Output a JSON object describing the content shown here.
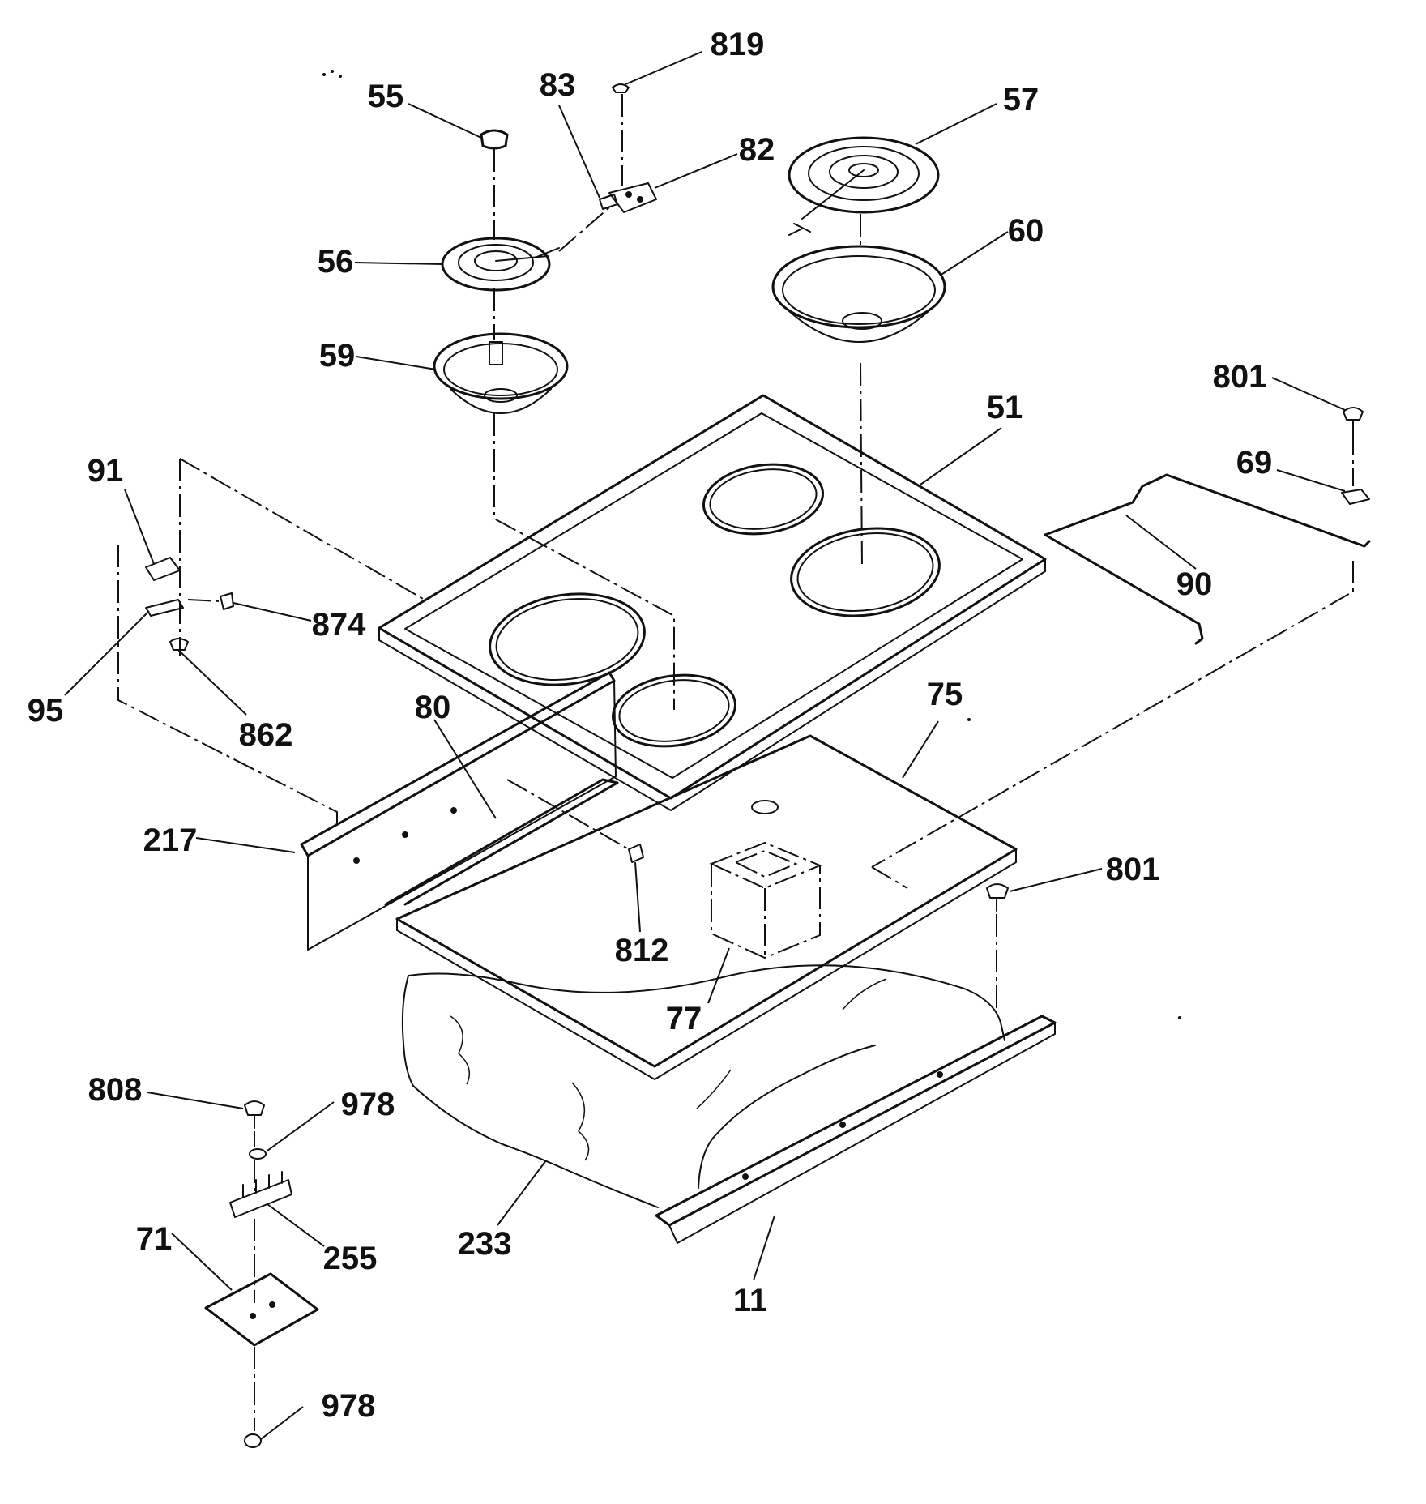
{
  "callouts": {
    "c55": "55",
    "c819": "819",
    "c83": "83",
    "c82": "82",
    "c57": "57",
    "c56": "56",
    "c60": "60",
    "c59": "59",
    "c801_top": "801",
    "c51": "51",
    "c69": "69",
    "c91": "91",
    "c90": "90",
    "c874": "874",
    "c95": "95",
    "c862": "862",
    "c80": "80",
    "c75": "75",
    "c217": "217",
    "c801_mid": "801",
    "c812": "812",
    "c77": "77",
    "c808": "808",
    "c978_top": "978",
    "c71": "71",
    "c233": "233",
    "c255": "255",
    "c11": "11",
    "c978_bottom": "978"
  }
}
